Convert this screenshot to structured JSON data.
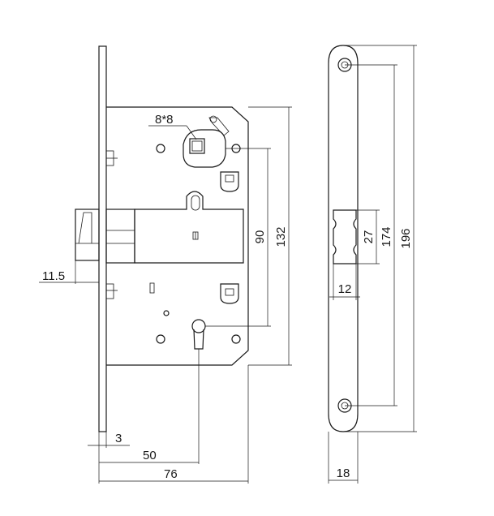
{
  "dimensions": {
    "square_spindle": "8*8",
    "backset_offset": "11.5",
    "faceplate_thickness": "3",
    "backset": "50",
    "case_depth": "76",
    "follower_to_keyhole": "90",
    "case_height": "132",
    "latch_window_height": "27",
    "screw_hole_spacing": "174",
    "strike_height": "196",
    "latch_window_width": "12",
    "strike_width": "18"
  },
  "colors": {
    "line": "#1a1a1a",
    "background": "#ffffff"
  }
}
